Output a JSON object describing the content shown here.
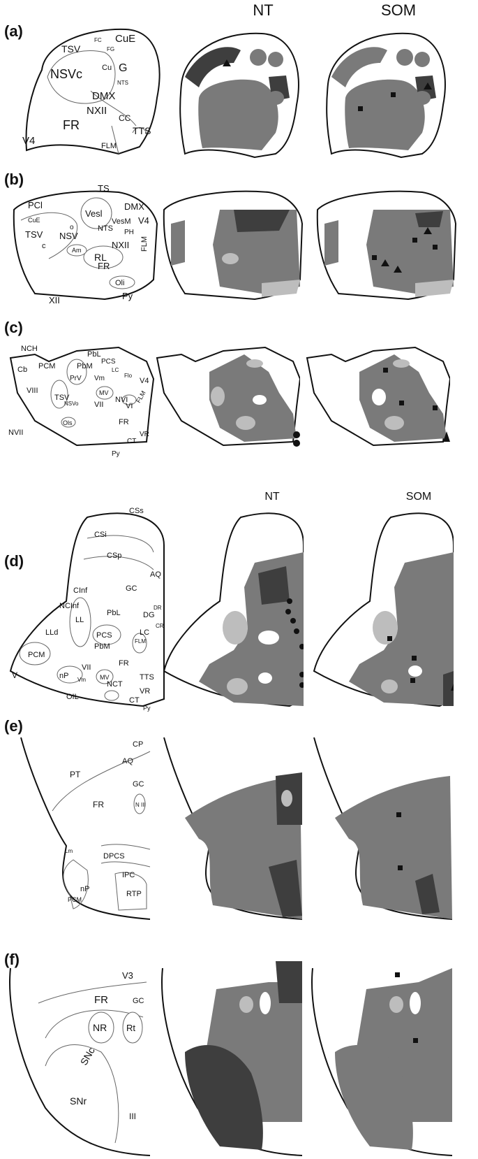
{
  "columns": {
    "top_nt": "NT",
    "top_som": "SOM",
    "mid_nt": "NT",
    "mid_som": "SOM"
  },
  "panels": [
    {
      "label": "(a)",
      "labels": [
        "CuE",
        "FC",
        "FG",
        "TSV",
        "Cu",
        "NSVc",
        "G",
        "NTS",
        "DMX",
        "NXII",
        "CC",
        "FR",
        "TTS",
        "V4",
        "FLM"
      ]
    },
    {
      "label": "(b)",
      "labels": [
        "TS",
        "PCl",
        "Vesl",
        "DMX",
        "VesM",
        "V4",
        "CuE",
        "NTS",
        "PH",
        "TSV",
        "NSV",
        "c",
        "o",
        "NXII",
        "FR",
        "Am",
        "FLM",
        "RL",
        "Oli",
        "XII",
        "Py"
      ]
    },
    {
      "label": "(c)",
      "labels": [
        "NCH",
        "PbL",
        "PCM",
        "PCS",
        "Cb",
        "PbM",
        "LC",
        "Flo",
        "PrV",
        "Vm",
        "V4",
        "VIII",
        "TSV",
        "NSVo",
        "MV",
        "VII",
        "NVI",
        "VI",
        "FLM",
        "FR",
        "NVII",
        "Ols",
        "VR",
        "CT",
        "Py"
      ]
    },
    {
      "label": "(d)",
      "labels": [
        "CSs",
        "CSi",
        "CSp",
        "AQ",
        "CInf",
        "GC",
        "NCInf",
        "DR",
        "PbL",
        "DG",
        "LL",
        "LLd",
        "PCS",
        "LC",
        "CR",
        "FLM",
        "PbM",
        "PCM",
        "FR",
        "V",
        "TTS",
        "nP",
        "VII",
        "MV",
        "Vm",
        "VR",
        "NCT",
        "OIL",
        "CT",
        "Py"
      ]
    },
    {
      "label": "(e)",
      "labels": [
        "CP",
        "PT",
        "AQ",
        "GC",
        "N III",
        "FR",
        "DPCS",
        "Lm",
        "IPC",
        "PCM",
        "nP",
        "RTP"
      ]
    },
    {
      "label": "(f)",
      "labels": [
        "V3",
        "FR",
        "GC",
        "NR",
        "Rt",
        "SNc",
        "SNr",
        "III"
      ]
    }
  ]
}
